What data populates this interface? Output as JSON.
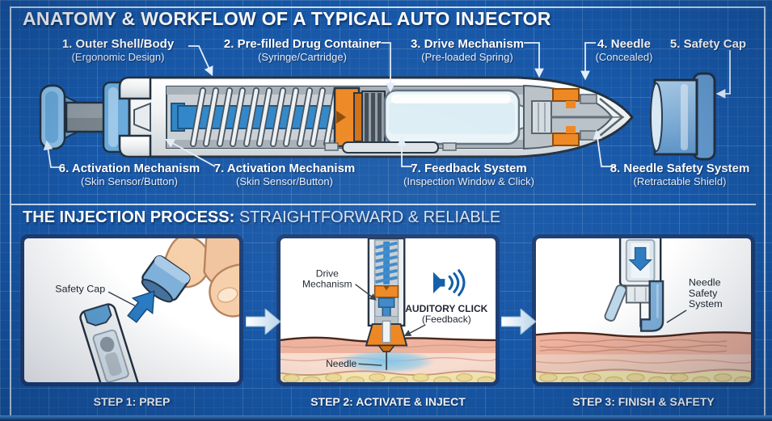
{
  "header": {
    "title": "ANATOMY & WORKFLOW OF A TYPICAL AUTO INJECTOR"
  },
  "anatomy": {
    "labels": [
      {
        "line1": "1. Outer Shell/Body",
        "line2": "(Ergonomic Design)"
      },
      {
        "line1": "2. Pre-filled Drug Container",
        "line2": "(Syringe/Cartridge)"
      },
      {
        "line1": "3. Drive Mechanism",
        "line2": "(Pre-loaded Spring)"
      },
      {
        "line1": "4. Needle",
        "line2": "(Concealed)"
      },
      {
        "line1": "5. Safety Cap",
        "line2": ""
      },
      {
        "line1": "6. Activation Mechanism",
        "line2": "(Skin Sensor/Button)"
      },
      {
        "line1": "7. Activation Mechanism",
        "line2": "(Skin Sensor/Button)"
      },
      {
        "line1": "7. Feedback System",
        "line2": "(Inspection Window & Click)"
      },
      {
        "line1": "8. Needle Safety System",
        "line2": "(Retractable Shield)"
      }
    ]
  },
  "process": {
    "title_bold": "THE INJECTION PROCESS:",
    "title_rest": " STRAIGHTFORWARD & RELIABLE",
    "steps": [
      {
        "caption": "STEP 1: PREP"
      },
      {
        "caption": "STEP 2: ACTIVATE & INJECT"
      },
      {
        "caption": "STEP 3: FINISH & SAFETY"
      }
    ],
    "panel1": {
      "safety_cap": "Safety Cap"
    },
    "panel2": {
      "drive1": "Drive",
      "drive2": "Mechanism",
      "auditory1": "AUDITORY CLICK",
      "auditory2": "(Feedback)",
      "needle": "Needle"
    },
    "panel3": {
      "nss1": "Needle",
      "nss2": "Safety",
      "nss3": "System"
    }
  },
  "colors": {
    "background": "#1757a7",
    "frame": "#dfedfa",
    "panel_border": "#1d3d73",
    "device_orange": "#ee8722",
    "device_blue": "#4f97d0",
    "speaker_blue": "#0f5ca8",
    "skin": "#eeb39e",
    "fat": "#f5e7ae",
    "medication": "#7cc6ec"
  }
}
